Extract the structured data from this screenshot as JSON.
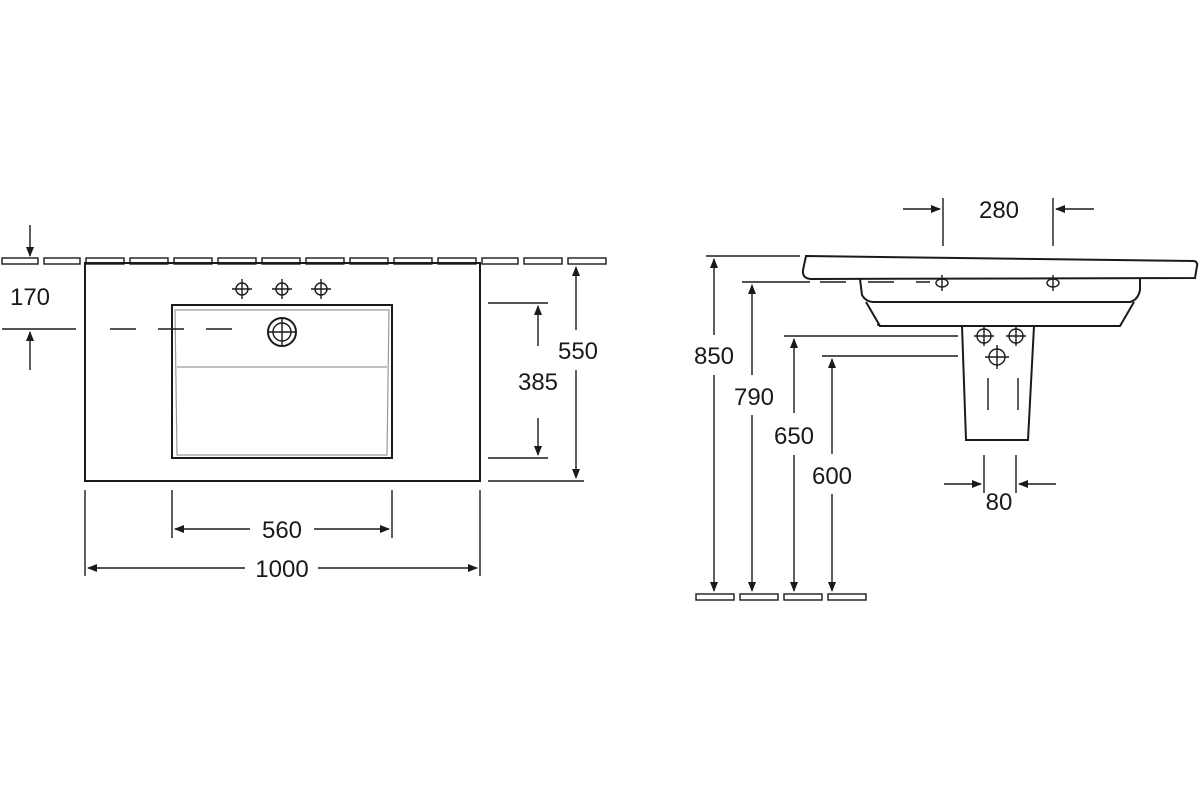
{
  "top_view": {
    "dim_depth_bowl": "170",
    "dim_height_total": "550",
    "dim_bowl_depth": "385",
    "dim_bowl_width": "560",
    "dim_total_width": "1000"
  },
  "side_view": {
    "dim_tap_spacing": "280",
    "dim_height_850": "850",
    "dim_height_790": "790",
    "dim_height_650": "650",
    "dim_height_600": "600",
    "dim_siphon_offset": "80"
  }
}
